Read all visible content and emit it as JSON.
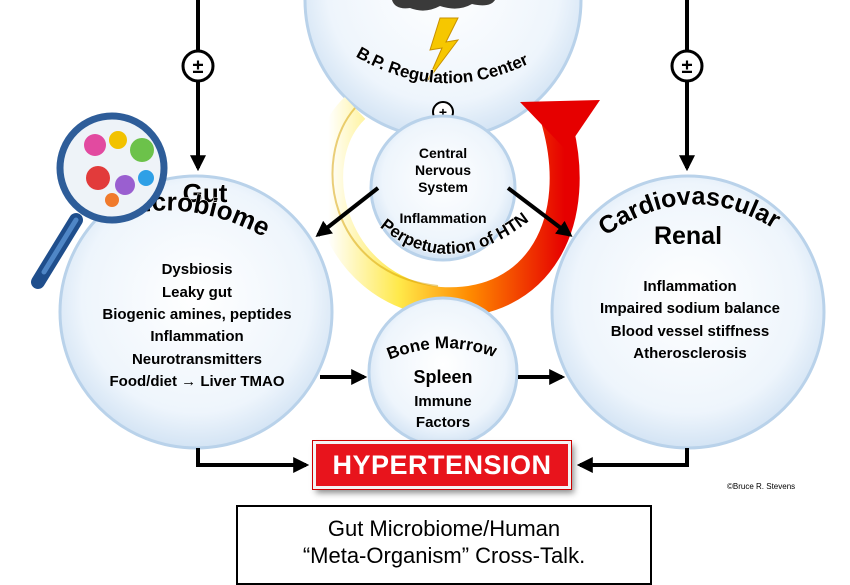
{
  "top_center": {
    "title": "B.P. Regulation Center",
    "plus_symbol": "+"
  },
  "side_connectors": {
    "left_symbol": "±",
    "right_symbol": "±"
  },
  "cns": {
    "lines": [
      "Central",
      "Nervous",
      "System"
    ],
    "extra": "Inflammation"
  },
  "perpetuation": {
    "label": "Perpetuation of HTN"
  },
  "gut": {
    "title_line1": "Gut",
    "title_line2": "Microbiome",
    "items": [
      "Dysbiosis",
      "Leaky gut",
      "Biogenic amines, peptides",
      "Inflammation",
      "Neurotransmitters",
      "Food/diet → Liver TMAO"
    ]
  },
  "cardio": {
    "title_line1": "Cardiovascular",
    "title_line2": "Renal",
    "items": [
      "Inflammation",
      "Impaired sodium balance",
      "Blood vessel stiffness",
      "Atherosclerosis"
    ]
  },
  "bone": {
    "title_line1": "Bone Marrow",
    "title_line2": "Spleen",
    "items": [
      "Immune",
      "Factors"
    ]
  },
  "hypertension": {
    "label": "HYPERTENSION"
  },
  "credit": "©Bruce R. Stevens",
  "caption": {
    "line1": "Gut Microbiome/Human",
    "line2": "“Meta-Organism” Cross-Talk."
  },
  "colors": {
    "circle_fill": "#dceaf8",
    "circle_stroke": "#b9d2ea",
    "arrow_red": "#e60000",
    "arrow_yellow": "#ffe200",
    "hypertension_red": "#e8141c"
  }
}
